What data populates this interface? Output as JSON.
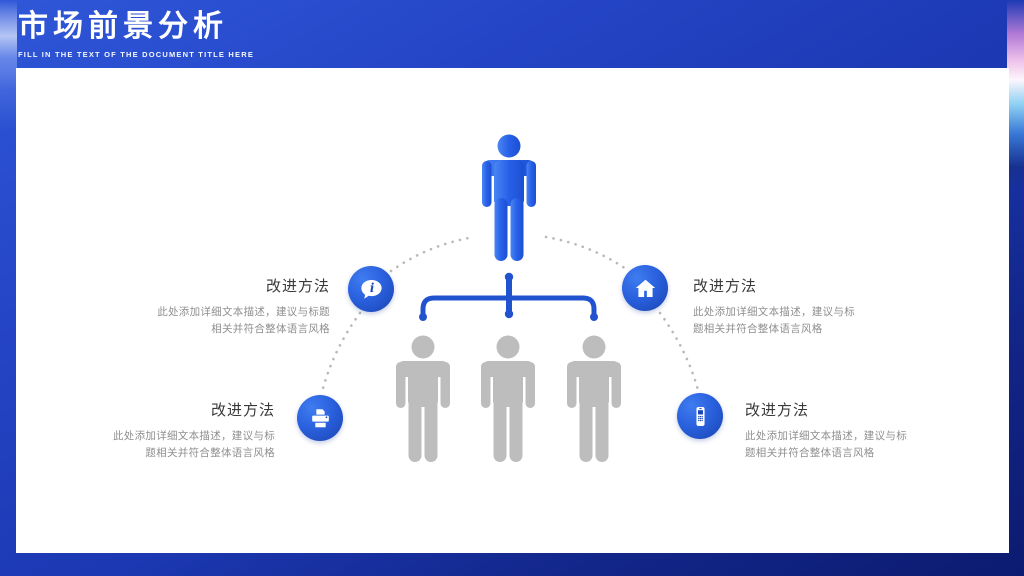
{
  "slide": {
    "title": "市场前景分析",
    "subtitle": "FILL IN THE TEXT OF THE DOCUMENT TITLE HERE"
  },
  "diagram": {
    "central_figure": "leader-person-blue",
    "team_figures_count": 3,
    "team_figure_color": "#bdbdbd",
    "connector": "bracket-from-leader-to-three-members"
  },
  "items": [
    {
      "position": "top-left",
      "icon": "info-bubble-icon",
      "title": "改进方法",
      "desc_line1": "此处添加详细文本描述，建议与标题",
      "desc_line2": "相关并符合整体语言风格"
    },
    {
      "position": "top-right",
      "icon": "home-icon",
      "title": "改进方法",
      "desc_line1": "此处添加详细文本描述，建议与标",
      "desc_line2": "题相关并符合整体语言风格"
    },
    {
      "position": "bottom-left",
      "icon": "printer-icon",
      "title": "改进方法",
      "desc_line1": "此处添加详细文本描述，建议与标",
      "desc_line2": "题相关并符合整体语言风格"
    },
    {
      "position": "bottom-right",
      "icon": "mobile-phone-icon",
      "title": "改进方法",
      "desc_line1": "此处添加详细文本描述，建议与标",
      "desc_line2": "题相关并符合整体语言风格"
    }
  ],
  "colors": {
    "background_blue_top": "#2f57d8",
    "background_blue_bottom": "#0c1b70",
    "accent_blue": "#2253cf",
    "person_blue": "#2760e8",
    "person_gray": "#bdbdbd",
    "badge_blue_light": "#3f7cf0",
    "badge_blue_dark": "#1a43b0",
    "title_text": "#3a3a3a",
    "body_text": "#8f8f8f",
    "dotted_line": "#b8b8b8",
    "streak_pink": "#eec2ea",
    "streak_cyan": "#8ed0f2"
  }
}
